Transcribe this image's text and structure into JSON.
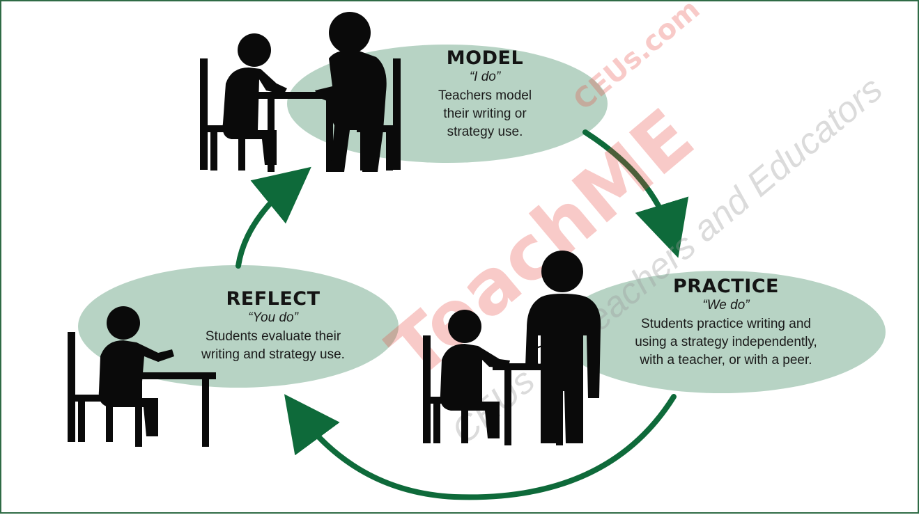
{
  "colors": {
    "frame": "#2f6b45",
    "ellipse": "#b7d3c4",
    "arrow": "#0e6a3a",
    "figure": "#0a0a0a",
    "watermark": "#e8463c"
  },
  "stages": {
    "model": {
      "title": "MODEL",
      "subtitle": "“I do”",
      "lines": [
        "Teachers model",
        "their writing or",
        "strategy use."
      ]
    },
    "practice": {
      "title": "PRACTICE",
      "subtitle": "“We do”",
      "lines": [
        "Students practice writing and",
        "using a strategy independently,",
        "with a teacher, or with a peer."
      ]
    },
    "reflect": {
      "title": "REFLECT",
      "subtitle": "“You do”",
      "lines": [
        "Students evaluate their",
        "writing and strategy use."
      ]
    }
  },
  "watermark": {
    "brand": "TeachME",
    "domain": "CEUs.com",
    "tagline": "CEUs for Teachers and Educators"
  },
  "icons": [
    "teacher-student-at-desk-icon",
    "teacher-helping-student-icon",
    "student-writing-at-desk-icon",
    "cycle-arrow-icon"
  ]
}
